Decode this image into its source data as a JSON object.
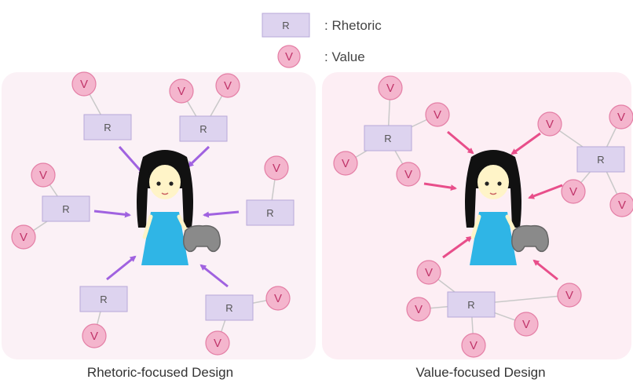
{
  "legend": {
    "r_box": "R",
    "r_label": ": Rhetoric",
    "v_circle": "V",
    "v_label": ": Value"
  },
  "node_labels": {
    "rhetoric": "R",
    "value": "V"
  },
  "captions": {
    "left": "Rhetoric-focused Design",
    "right": "Value-focused Design"
  },
  "colors": {
    "panel_left": "#fbf1f6",
    "panel_right": "#fdeef4",
    "rhetoric_fill": "#ddd3ef",
    "rhetoric_stroke": "#b8a8d8",
    "value_fill": "#f4b5cd",
    "value_stroke": "#e47ea5",
    "arrow_left": "#a062e0",
    "arrow_right": "#e84e8a",
    "connector": "#c9c9c9",
    "dress": "#2fb5e6",
    "hair": "#111111",
    "controller": "#8a8a8a"
  }
}
